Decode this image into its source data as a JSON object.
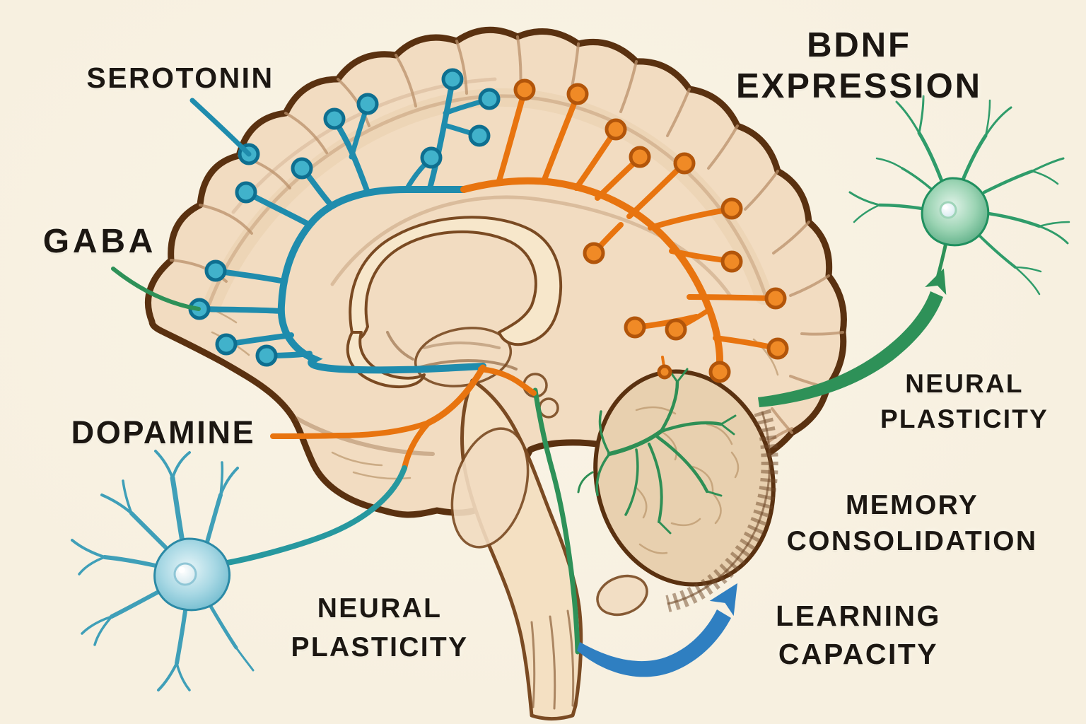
{
  "labels": {
    "serotonin": "SEROTONIN",
    "gaba": "GABA",
    "dopamine": "DOPAMINE",
    "bdnf": {
      "line1": "BDNF",
      "line2": "EXPRESSION"
    },
    "neural_plasticity_right": {
      "line1": "NEURAL",
      "line2": "PLASTICITY"
    },
    "memory_consolidation": {
      "line1": "MEMORY",
      "line2": "CONSOLIDATION"
    },
    "learning_capacity": {
      "line1": "LEARNING",
      "line2": "CAPACITY"
    },
    "neural_plasticity_bottom": {
      "line1": "NEURAL",
      "line2": "PLASTICITY"
    }
  },
  "colors": {
    "background": "#f7f0e0",
    "text_color": "#1c1712",
    "serotonin": "#1f8cad",
    "serotonin_dot": "#41b2cb",
    "serotonin_ring": "#0e6f90",
    "dopamine": "#e8740f",
    "dopamine_dot": "#f08a26",
    "dopamine_ring": "#b2550a",
    "green": "#2e9158",
    "cereb_green": "#2e8f55",
    "teal_axon": "#27989f",
    "arrow_blue": "#2f7fc1",
    "brain_outline": "#5a3110",
    "brain_fill": "#f2dcc1",
    "cc_fill": "#f7e7cb",
    "cc_outline": "#7a4a22",
    "sulci": "#b9906a",
    "cereb_fill": "#e8d0af",
    "folia": "#6f4a2a",
    "neuron_blue_stroke": "#2b8aa6",
    "neuron_green_stroke": "#20905f"
  }
}
